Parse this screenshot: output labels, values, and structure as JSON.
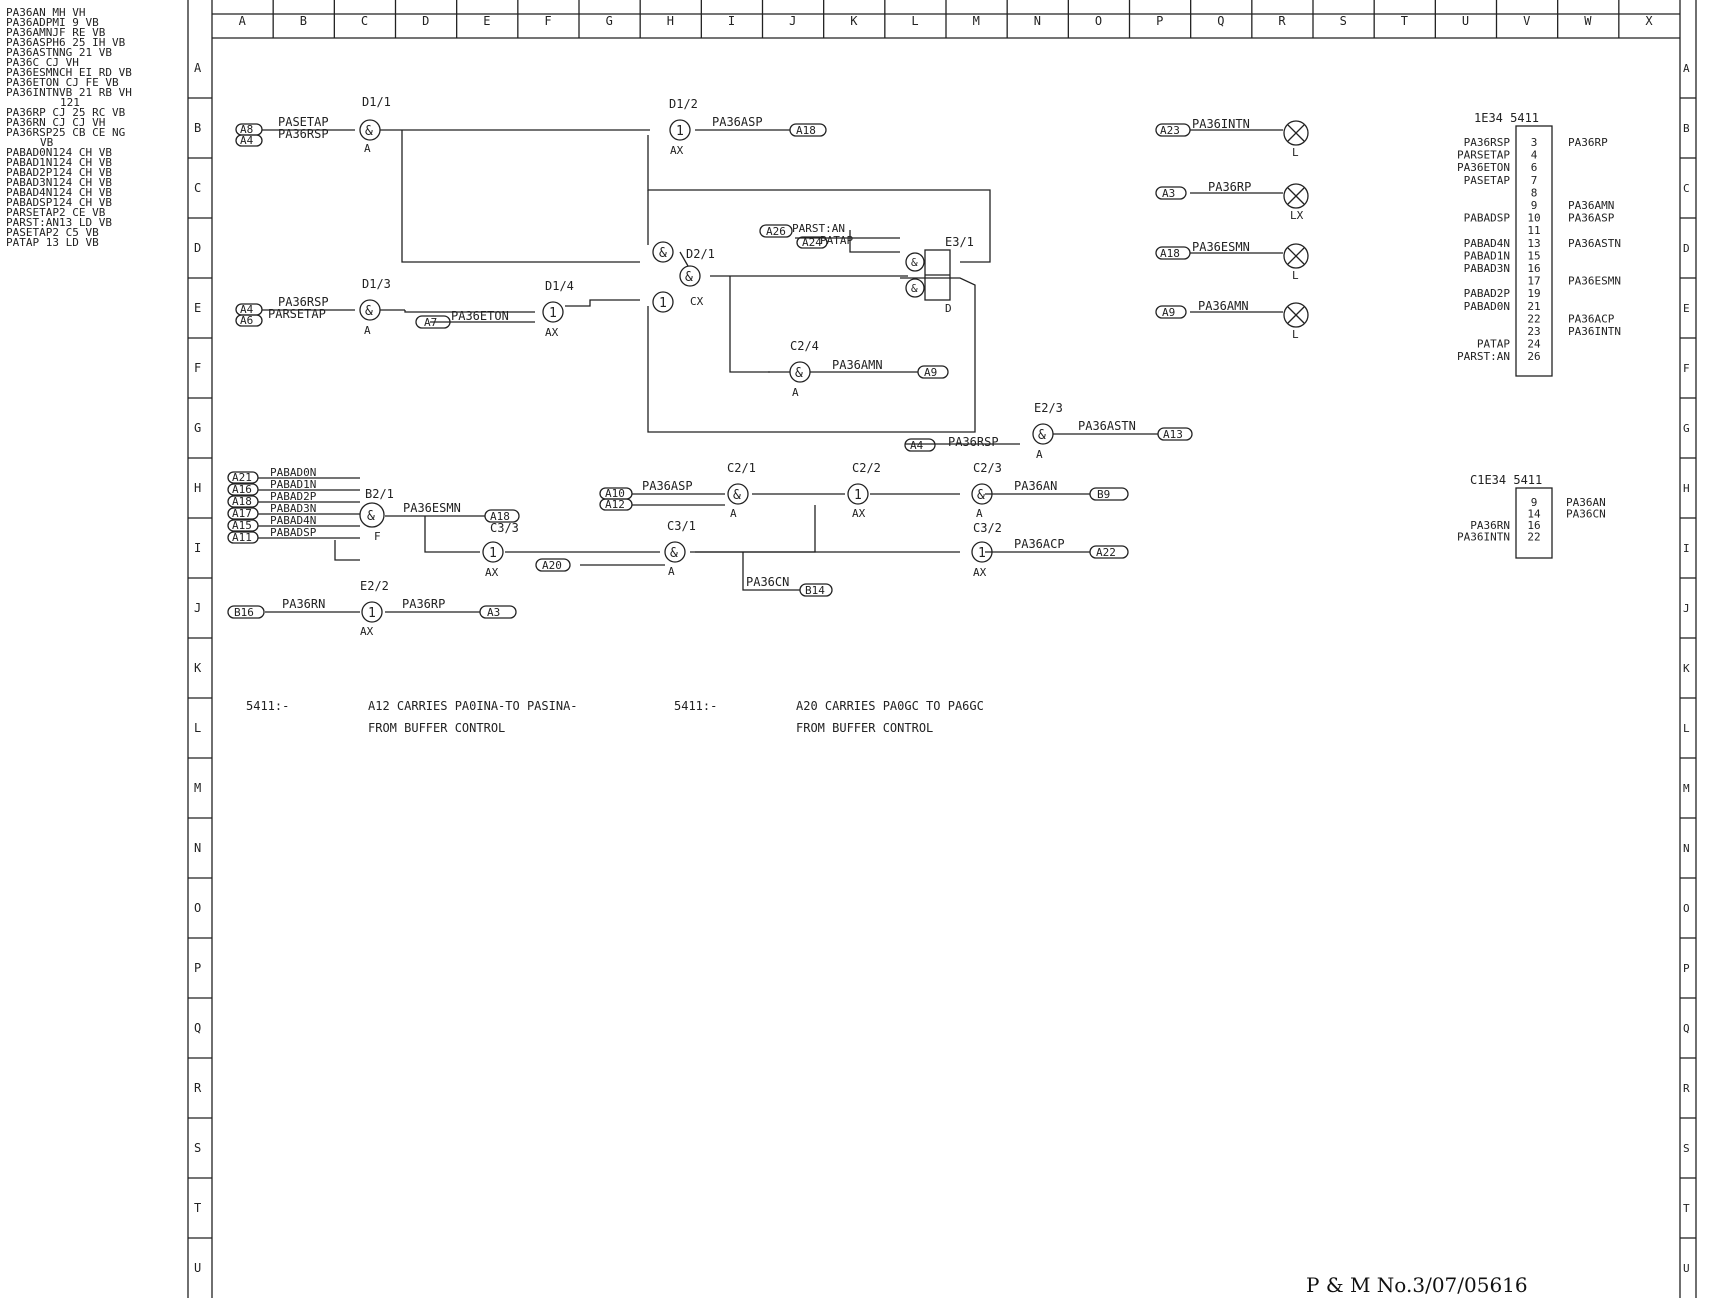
{
  "border": {
    "columns": [
      "A",
      "B",
      "C",
      "D",
      "E",
      "F",
      "G",
      "H",
      "I",
      "J",
      "K",
      "L",
      "M",
      "N",
      "O",
      "P",
      "Q",
      "R",
      "S",
      "T",
      "U",
      "V",
      "W",
      "X"
    ],
    "rows": [
      "A",
      "B",
      "C",
      "D",
      "E",
      "F",
      "G",
      "H",
      "I",
      "J",
      "K",
      "L",
      "M",
      "N",
      "O",
      "P",
      "Q",
      "R",
      "S",
      "T",
      "U"
    ]
  },
  "signal_index": [
    "PA36AN MH VH",
    "PA36ADPMI 9 VB",
    "PA36AMNJF RE VB",
    "PA36ASPH6 25 IH VB",
    "PA36ASTNNG 21 VB",
    "PA36C CJ VH",
    "PA36ESMNCH EI RD VB",
    "PA36ETON CJ FE VB",
    "PA36INTNVB 21 RB VH",
    "121",
    "PA36RP CJ 25 RC VB",
    "PA36RN CJ CJ VH",
    "PA36RSP25 CB CE NG",
    "VB",
    "PABAD0N124 CH VB",
    "PABAD1N124 CH VB",
    "PABAD2P124 CH VB",
    "PABAD3N124 CH VB",
    "PABAD4N124 CH VB",
    "PABADSP124 CH VB",
    "PARSETAP2 CE VB",
    "PARST:AN13 LD VB",
    "PASETAP2 C5 VB",
    "PATAP 13 LD VB"
  ],
  "gates": [
    {
      "id": "D1/1",
      "sym": "&",
      "sub": "A"
    },
    {
      "id": "D1/2",
      "sym": "1",
      "sub": "AX"
    },
    {
      "id": "D2/1",
      "sym": "&",
      "sub": "CX"
    },
    {
      "id": "E3/1",
      "sym": "",
      "sub": "D"
    },
    {
      "id": "D1/3",
      "sym": "&",
      "sub": "A"
    },
    {
      "id": "D1/4",
      "sym": "1",
      "sub": "AX"
    },
    {
      "id": "C2/4",
      "sym": "&",
      "sub": "A"
    },
    {
      "id": "E2/3",
      "sym": "&",
      "sub": "A"
    },
    {
      "id": "B2/1",
      "sym": "&",
      "sub": "F"
    },
    {
      "id": "C3/3",
      "sym": "1",
      "sub": "AX"
    },
    {
      "id": "C2/1",
      "sym": "&",
      "sub": "A"
    },
    {
      "id": "C2/2",
      "sym": "1",
      "sub": "AX"
    },
    {
      "id": "C2/3",
      "sym": "&",
      "sub": "A"
    },
    {
      "id": "C3/1",
      "sym": "&",
      "sub": "A"
    },
    {
      "id": "C3/2",
      "sym": "1",
      "sub": "AX"
    },
    {
      "id": "E2/2",
      "sym": "1",
      "sub": "AX"
    }
  ],
  "connectors": [
    "A8",
    "A4",
    "A18",
    "A7",
    "A6",
    "A9",
    "A26",
    "A24",
    "A13",
    "A21",
    "A16",
    "A18",
    "A17",
    "A15",
    "A11",
    "A10",
    "A12",
    "A20",
    "A22",
    "B9",
    "B14",
    "B16",
    "A3",
    "A23",
    "A3",
    "A18",
    "A9"
  ],
  "signals": [
    "PASETAP",
    "PA36RSP",
    "PA36ASP",
    "PA36RSP",
    "PARSETAP",
    "PA36ETON",
    "PARST:AN",
    "PATAP",
    "PA36AMN",
    "PA36RSP",
    "PA36ASTN",
    "PABAD0N",
    "PABAD1N",
    "PABAD2P",
    "PABAD3N",
    "PABAD4N",
    "PABADSP",
    "PA36ESMN",
    "PA36ASP",
    "PA36AN",
    "PA36ACP",
    "PA36CN",
    "PA36RN",
    "PA36RP"
  ],
  "lamps": [
    {
      "conn": "A23",
      "signal": "PA36INTN",
      "tag": "L"
    },
    {
      "conn": "A3",
      "signal": "PA36RP",
      "tag": "LX"
    },
    {
      "conn": "A18",
      "signal": "PA36ESMN",
      "tag": "L"
    },
    {
      "conn": "A9",
      "signal": "PA36AMN",
      "tag": "L"
    }
  ],
  "table1": {
    "title": "1E34 5411",
    "left": [
      "PA36RSP",
      "PARSETAP",
      "PA36ETON",
      "PASETAP",
      "PABADSP",
      "PABAD4N",
      "PABAD1N",
      "PABAD3N",
      "PABAD2P",
      "PABAD0N",
      "PATAP",
      "PARST:AN"
    ],
    "pins": [
      "3",
      "4",
      "6",
      "7",
      "8",
      "9",
      "10",
      "11",
      "13",
      "15",
      "16",
      "17",
      "19",
      "21",
      "22",
      "23",
      "24",
      "26"
    ],
    "right": [
      "PA36RP",
      "PA36AMN",
      "PA36ASP",
      "PA36ASTN",
      "PA36ESMN",
      "PA36ACP",
      "PA36INTN"
    ]
  },
  "table2": {
    "title": "C1E34 5411",
    "left": [
      "PA36RN",
      "PA36INTN"
    ],
    "pins": [
      "9",
      "14",
      "16",
      "22"
    ],
    "right": [
      "PA36AN",
      "PA36CN"
    ]
  },
  "notes": [
    {
      "ref": "5411:-",
      "line1": "A12 CARRIES PA0INA-TO PASINA-",
      "line2": "FROM BUFFER CONTROL"
    },
    {
      "ref": "5411:-",
      "line1": "A20 CARRIES PA0GC TO PA6GC",
      "line2": "FROM BUFFER CONTROL"
    }
  ],
  "footer": "P & M No.3/07/05616"
}
